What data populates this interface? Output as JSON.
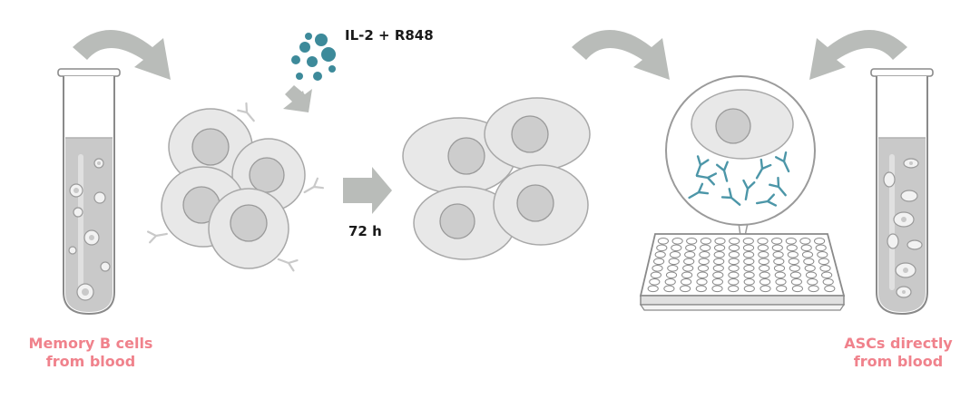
{
  "labels": {
    "left_caption": [
      "Memory B cells",
      "from blood"
    ],
    "right_caption": [
      "ASCs directly",
      "from blood"
    ],
    "stimulant": "IL-2 + R848",
    "duration": "72 h"
  },
  "colors": {
    "caption": "#f0828c",
    "arrow": "#b9bcb9",
    "cell_fill": "#e8e8e8",
    "nucleus": "#cdcdcd",
    "particles": "#3d8a9a",
    "antibody": "#4c96a8",
    "tube_liquid": "#c9c9c9"
  },
  "icons": [
    "curved-arrow-icon",
    "test-tube-icon",
    "b-cell-icon",
    "antibody-icon",
    "elisa-plate-icon",
    "magnifier-bubble-icon"
  ]
}
